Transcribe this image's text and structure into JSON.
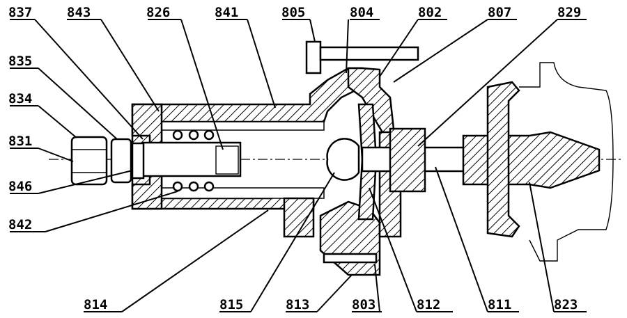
{
  "drawing": {
    "labels": {
      "l837": "837",
      "l843": "843",
      "l826": "826",
      "l841": "841",
      "l805": "805",
      "l804": "804",
      "l802": "802",
      "l807": "807",
      "l829": "829",
      "l835": "835",
      "l834": "834",
      "l831": "831",
      "l846": "846",
      "l842": "842",
      "l814": "814",
      "l815": "815",
      "l813": "813",
      "l803": "803",
      "l812": "812",
      "l811": "811",
      "l823": "823"
    }
  }
}
